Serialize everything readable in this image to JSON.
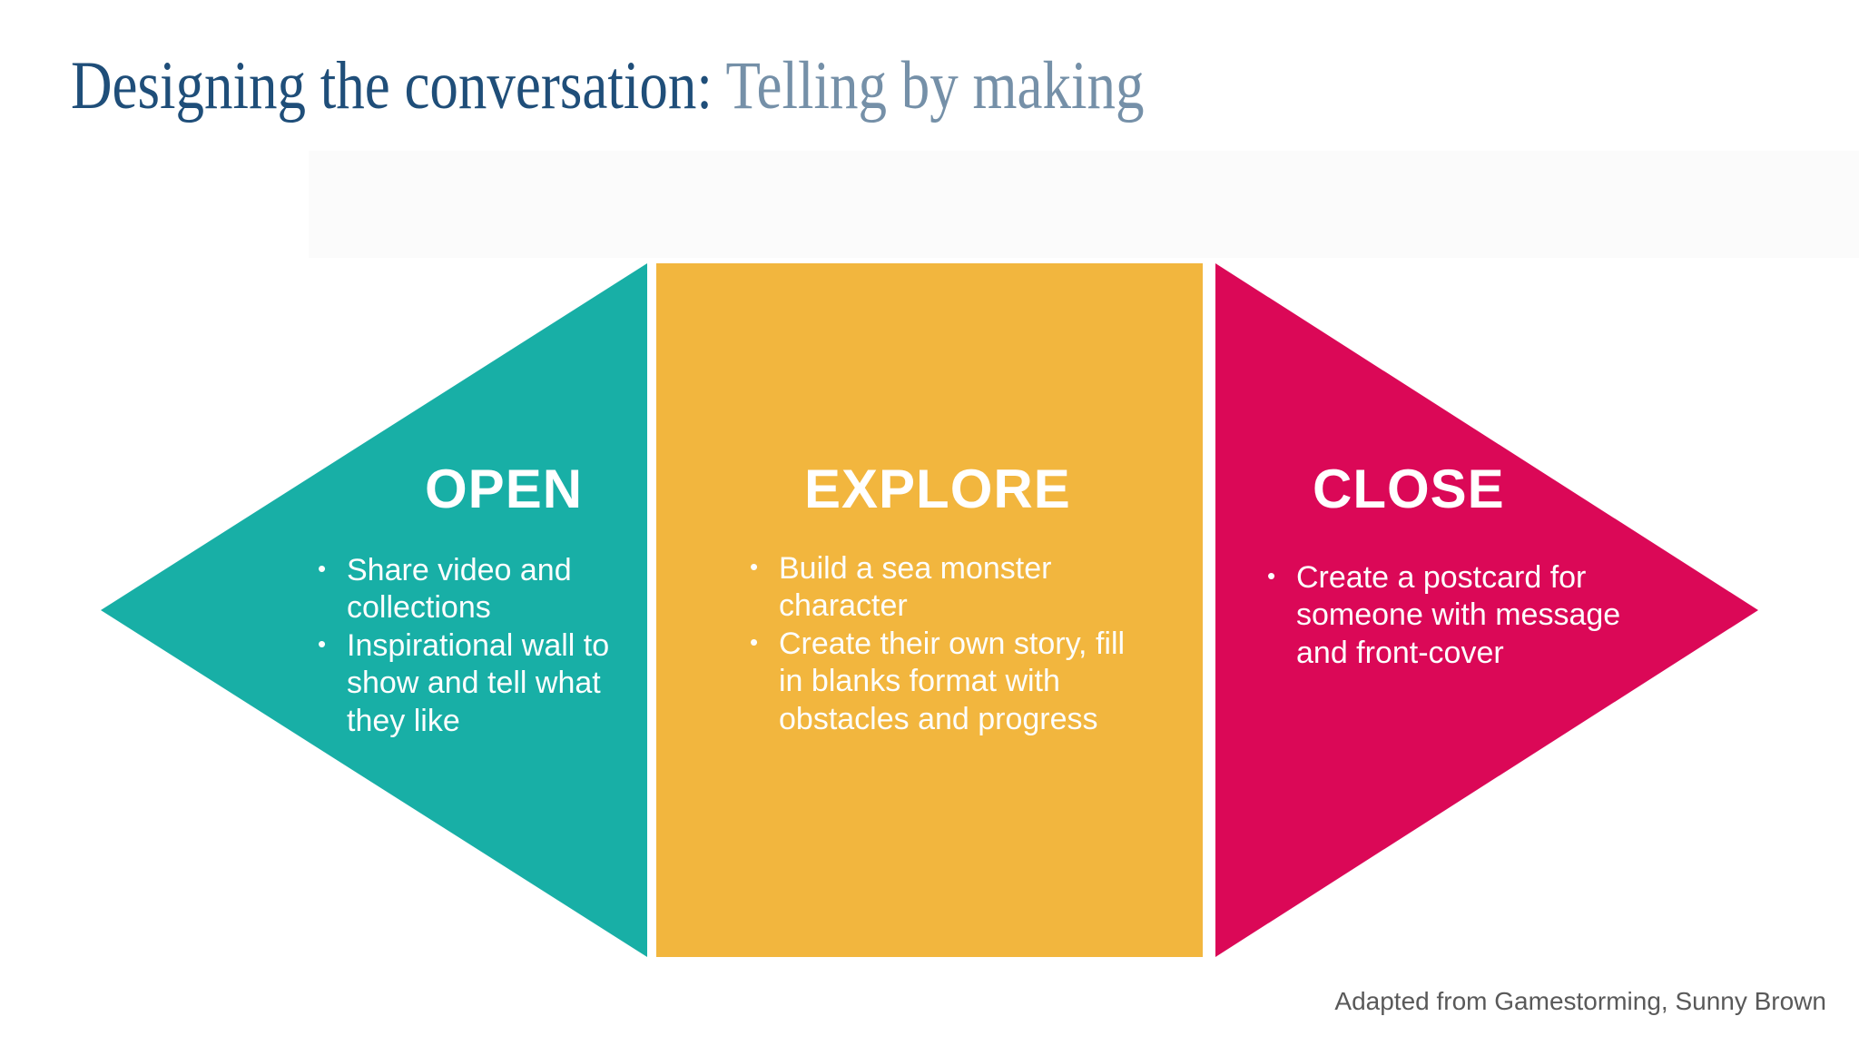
{
  "title": {
    "primary": "Designing the conversation:",
    "secondary": " Telling by making",
    "primary_color": "#1F4E79",
    "secondary_color": "#7590A8"
  },
  "bullet_glyph": "•",
  "sections": [
    {
      "name": "open",
      "label": "OPEN",
      "color": "#18AFA6",
      "bullets": [
        "Share video and collections",
        "Inspirational wall to show and tell what they like"
      ]
    },
    {
      "name": "explore",
      "label": "EXPLORE",
      "color": "#F2B63E",
      "bullets": [
        "Build a sea monster character",
        "Create their own story, fill in blanks format with obstacles and progress"
      ]
    },
    {
      "name": "close",
      "label": "CLOSE",
      "color": "#DB0857",
      "bullets": [
        "Create a postcard for someone with message and front-cover"
      ]
    }
  ],
  "footer": {
    "credit": "Adapted from Gamestorming, Sunny Brown",
    "color": "#595959"
  }
}
